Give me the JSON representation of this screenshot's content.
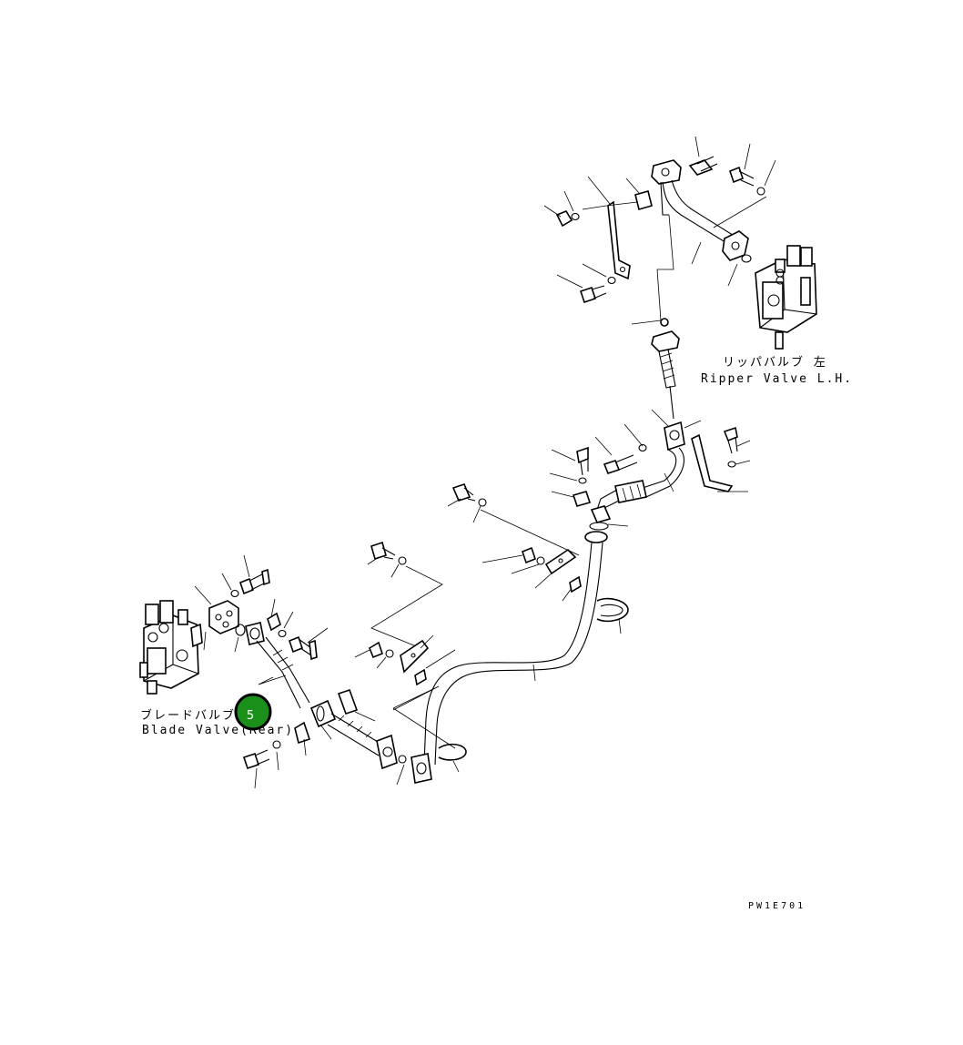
{
  "labels": {
    "ripper_jp": "リッパバルブ 左",
    "ripper_en": "Ripper Valve L.H.",
    "blade_jp": "ブレードバルブ(",
    "blade_en": "Blade Valve(Rear)",
    "drawing_code": "PW1E701"
  },
  "callout": {
    "number": "5",
    "fill": "#1a8f1a",
    "ring": "#000000"
  }
}
